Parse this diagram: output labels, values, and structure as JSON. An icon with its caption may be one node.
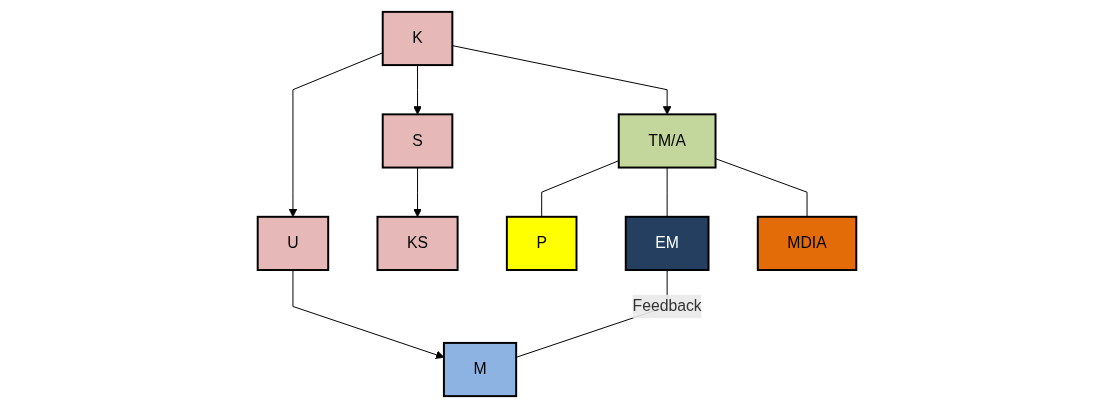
{
  "diagram": {
    "nodes": [
      {
        "text": [
          "K"
        ]
      },
      {
        "text": [
          "U"
        ]
      },
      {
        "text": [
          "S"
        ]
      },
      {
        "text": [
          "TM/A"
        ]
      },
      {
        "text": [
          "M"
        ]
      },
      {
        "text": [
          "KS"
        ]
      },
      {
        "text": [
          "P"
        ]
      },
      {
        "text": [
          "EM"
        ]
      },
      {
        "text": [
          "MDIA"
        ]
      }
    ],
    "edges": [
      {
        "from": 0,
        "to": 1,
        "arrow": "to"
      },
      {
        "from": 0,
        "to": 2,
        "arrow": "to"
      },
      {
        "from": 0,
        "to": 3,
        "arrow": "to"
      },
      {
        "from": 1,
        "to": 4,
        "arrow": "to"
      },
      {
        "from": 2,
        "to": 5,
        "arrow": "to"
      },
      {
        "from": 3,
        "to": 6,
        "arrow": "none"
      },
      {
        "from": 3,
        "to": 7,
        "arrow": "none"
      },
      {
        "from": 3,
        "to": 8,
        "arrow": "none"
      },
      {
        "from": 7,
        "to": 4,
        "arrow": "none",
        "label": "Feedback"
      }
    ]
  }
}
